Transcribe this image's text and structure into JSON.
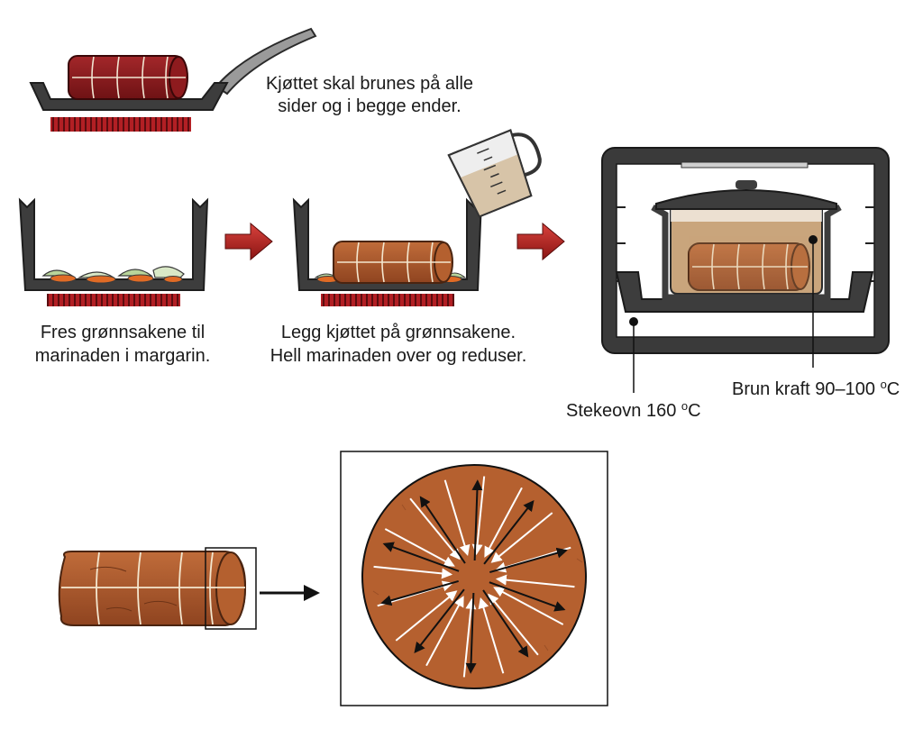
{
  "labels": {
    "browning_line1": "Kjøttet skal brunes på alle",
    "browning_line2": "sider og i begge ender.",
    "step1_line1": "Fres grønnsakene til",
    "step1_line2": "marinaden i margarin.",
    "step2_line1": "Legg kjøttet på grønnsakene.",
    "step2_line2": "Hell marinaden over og reduser.",
    "oven_label": "Stekeovn 160 ",
    "oven_unit": "C",
    "stock_label": "Brun kraft 90–100 ",
    "stock_unit": "C",
    "degree_mark": "o"
  },
  "colors": {
    "raw_meat": "#8e1b1e",
    "cooked_meat": "#b4602f",
    "cross_section": "#b5602f",
    "heat_element": "#b21f24",
    "pan": "#3d3d3d",
    "liquid": "#c9a57c",
    "arrow_red": "#b3211f",
    "carrot": "#e06b25",
    "leek": "#b9d49a"
  }
}
